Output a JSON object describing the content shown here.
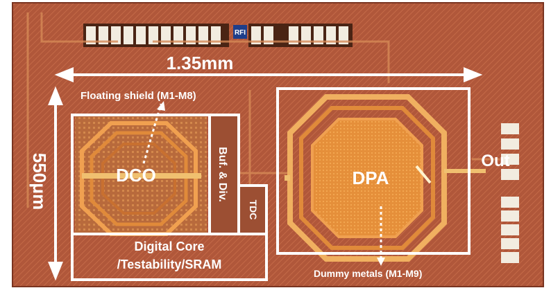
{
  "labels": {
    "width_dim": "1.35mm",
    "height_dim": "550μm",
    "floating_shield": "Floating shield (M1-M8)",
    "dco": "DCO",
    "buf_div": "Buf. & Div.",
    "tdc": "TDC",
    "digital_core_line1": "Digital Core",
    "digital_core_line2": "/Testability/SRAM",
    "dpa": "DPA",
    "out": "Out",
    "dummy_metals": "Dummy metals (M1-M9)",
    "logo": "RFI"
  },
  "colors": {
    "substrate": "#b35a3a",
    "substrate_dark": "#8f3f28",
    "copper": "#e08a3a",
    "copper_light": "#f0b060",
    "pad": "#f2ece0",
    "annotation": "#ffffff"
  }
}
